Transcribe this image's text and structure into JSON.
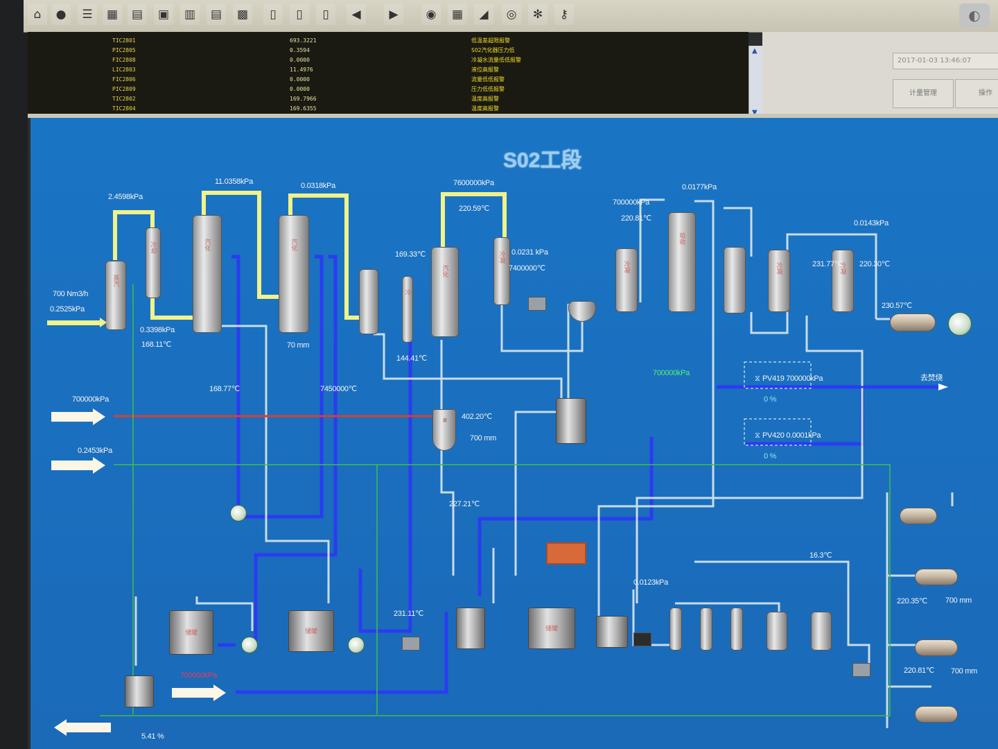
{
  "toolbar": {
    "buttons": [
      "home-icon",
      "gear-icon",
      "list-icon",
      "grid-icon",
      "table-icon",
      "chart-icon",
      "report-icon",
      "table-icon",
      "screen-icon",
      "doc-icon",
      "doc-icon",
      "doc-icon",
      "arrow-left-icon",
      "arrow-right-icon",
      "alarm-icon",
      "print-icon",
      "trend-icon",
      "settings-icon",
      "fan-icon",
      "key-icon"
    ]
  },
  "alarms": [
    {
      "tag": "TIC2801",
      "value": "693.3221",
      "desc": "低温差超限报警"
    },
    {
      "tag": "PIC2805",
      "value": "0.3594",
      "desc": "SO2汽化器压力低"
    },
    {
      "tag": "FIC2808",
      "value": "0.0000",
      "desc": "冷凝水流量低低报警"
    },
    {
      "tag": "LIC2803",
      "value": "11.4976",
      "desc": "液位高报警"
    },
    {
      "tag": "FIC2806",
      "value": "0.0000",
      "desc": "流量低低报警"
    },
    {
      "tag": "PIC2809",
      "value": "0.0000",
      "desc": "压力低低报警"
    },
    {
      "tag": "TIC2802",
      "value": "169.7966",
      "desc": "温度高报警"
    },
    {
      "tag": "TIC2804",
      "value": "169.6355",
      "desc": "温度高报警"
    }
  ],
  "info": {
    "date": "2017-01-03 13:46:07",
    "btn1": "计量管理",
    "btn2": "操作"
  },
  "screen_title": "S02工段",
  "labels": {
    "v1": "2.4598kPa",
    "v2": "11.0358kPa",
    "v3": "0.0318kPa",
    "v4": "7600000kPa",
    "v5": "700 Nm3/h",
    "v6": "0.2525kPa",
    "v7": "0.3398kPa",
    "v8": "168.11℃",
    "v9": "220.59℃",
    "v10": "169.33℃",
    "v11": "0.0231 kPa",
    "v12": "7400000℃",
    "v13": "700000kPa",
    "v14": "0.0177kPa",
    "v15": "220.81℃",
    "v16": "0.0143kPa",
    "v17": "231.77℃",
    "v18": "220.30℃",
    "v19": "230.57℃",
    "v20": "168.77℃",
    "v21": "7450000℃",
    "v22": "144.41℃",
    "v23": "700000kPa",
    "v24": "700000kPa",
    "v25": "402.20℃",
    "v26": "700 mm",
    "v27": "0.2453kPa",
    "v28": "227.21℃",
    "v29": "700000kPa",
    "v30": "16.3℃",
    "v31": "0.0123kPa",
    "v32": "231.11℃",
    "v33": "220.35℃",
    "v34": "700 mm",
    "v35": "220.81℃",
    "v36": "700 mm",
    "v37": "5.41 %",
    "v38": "PV419 700000kPa",
    "v39": "PV420 0.0001kPa",
    "v40": "0 %",
    "v41": "0 %",
    "v42": "去焚烧",
    "v43": "70 mm"
  },
  "colors": {
    "steam": "#f1f28a",
    "water": "#2a3cf0",
    "process": "#ccdde8",
    "fuel": "#d84030",
    "air": "#3cc04a"
  }
}
